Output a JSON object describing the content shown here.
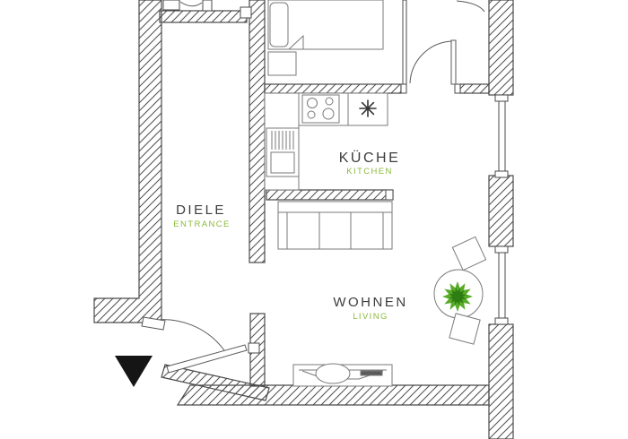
{
  "plan": {
    "type": "floorplan",
    "rooms": [
      {
        "id": "diele",
        "name": "DIELE",
        "subtitle": "ENTRANCE"
      },
      {
        "id": "kueche",
        "name": "KÜCHE",
        "subtitle": "KITCHEN"
      },
      {
        "id": "wohnen",
        "name": "WOHNEN",
        "subtitle": "LIVING"
      }
    ],
    "colors": {
      "background": "#ffffff",
      "wall_line": "#4a4a4a",
      "furniture_line": "#777777",
      "label_main": "#3d3d3d",
      "label_accent": "#8cba3b",
      "plant_outer": "#58ab27",
      "plant_inner": "#2e7d13",
      "entrance_arrow": "#151515"
    },
    "icons": [
      {
        "name": "sink-symbol-icon",
        "meaning": "kitchen sink",
        "glyph": "✳"
      },
      {
        "name": "plant-icon",
        "meaning": "table plant"
      },
      {
        "name": "entrance-arrow-icon",
        "meaning": "entrance direction",
        "glyph": "▼"
      }
    ]
  }
}
